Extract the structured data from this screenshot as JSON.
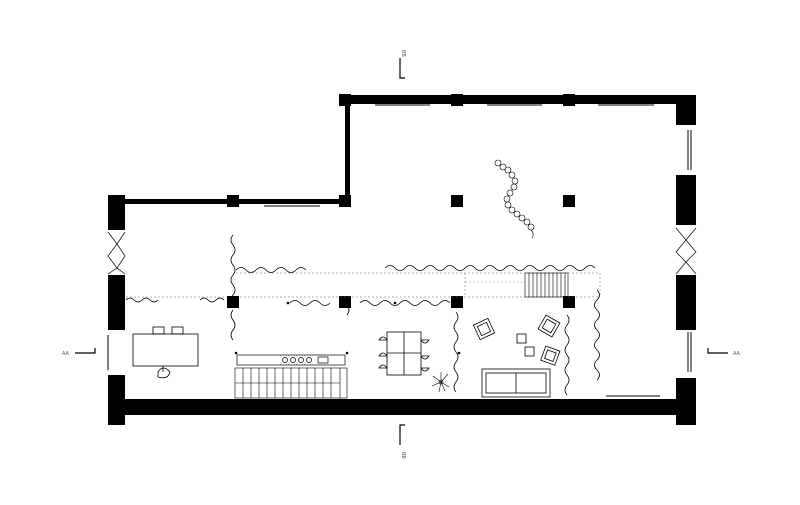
{
  "drawing": {
    "type": "architectural-floor-plan",
    "background": "#ffffff",
    "ink": "#000000",
    "hatch": "#333333",
    "section_markers": [
      {
        "id": "north",
        "label": "BB"
      },
      {
        "id": "south",
        "label": "BB"
      },
      {
        "id": "west",
        "label": "AA"
      },
      {
        "id": "east",
        "label": "AA"
      }
    ],
    "furniture": [
      "office-desk",
      "office-chairs",
      "dining-table",
      "dining-chairs",
      "armchairs",
      "coffee-tables",
      "sofa",
      "potted-plant",
      "kitchen-counter",
      "staircase",
      "sculpture-chain"
    ]
  }
}
